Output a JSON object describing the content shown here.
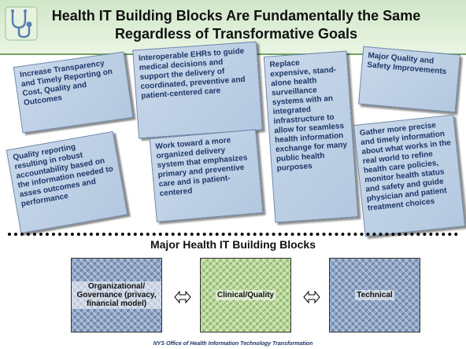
{
  "title": "Health IT Building Blocks Are Fundamentally the Same Regardless of Transformative Goals",
  "notes": [
    "Increase Transparency and Timely Reporting on Cost, Quality and Outcomes",
    "Interoperable EHRs to guide medical decisions and support the delivery of coordinated, preventive and patient-centered care",
    "Replace expensive, stand-alone health surveillance systems with an integrated infrastructure to allow for seamless health information exchange for many public health purposes",
    "Major Quality and Safety Improvements",
    "Quality reporting resulting in robust accountability based on the information needed to asses outcomes and performance",
    "Work toward a more organized delivery system that emphasizes primary and preventive care and is patient-centered",
    "Gather more precise and timely information about what works in the real world to refine health care policies, monitor health status and safety and guide physician and patient treatment choices"
  ],
  "building_blocks": {
    "title": "Major Health IT Building Blocks",
    "items": [
      "Organizational/ Governance (privacy, financial model)",
      "Clinical/Quality",
      "Technical"
    ]
  },
  "footer": "NYS Office of Health Information Technology Transformation",
  "icons": [
    "stethoscope-icon",
    "double-arrow-icon"
  ],
  "colors": {
    "note_fill": "#c9d8ea",
    "note_text": "#1e3768",
    "title_band": "#cfe6c8",
    "blue_block": "#8ea6c8",
    "green_block": "#b9d995"
  }
}
